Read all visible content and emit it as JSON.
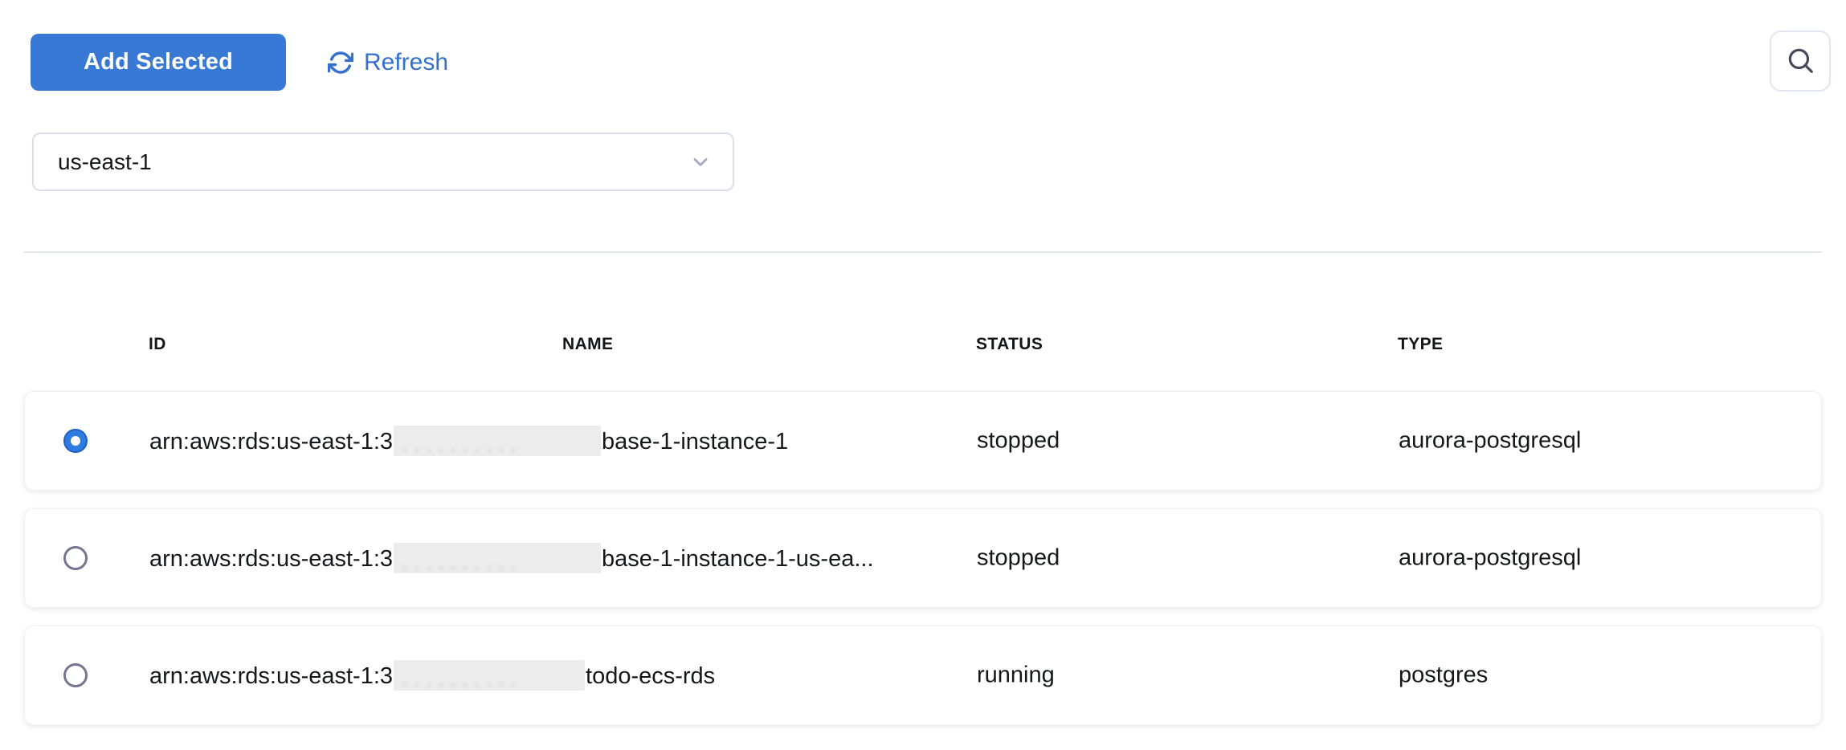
{
  "toolbar": {
    "add_selected_label": "Add Selected",
    "refresh_label": "Refresh"
  },
  "search": {
    "icon": "search-icon"
  },
  "region_select": {
    "value": "us-east-1",
    "icon": "chevron-down-icon"
  },
  "table": {
    "columns": [
      "ID",
      "NAME",
      "STATUS",
      "TYPE"
    ],
    "rows": [
      {
        "selected": true,
        "id_prefix": "arn:aws:rds:us-east-1:3",
        "id_redacted": true,
        "id_suffix": "base-1-instance-1",
        "name": "",
        "status": "stopped",
        "type": "aurora-postgresql"
      },
      {
        "selected": false,
        "id_prefix": "arn:aws:rds:us-east-1:3",
        "id_redacted": true,
        "id_suffix": "base-1-instance-1-us-ea...",
        "name": "",
        "status": "stopped",
        "type": "aurora-postgresql"
      },
      {
        "selected": false,
        "id_prefix": "arn:aws:rds:us-east-1:3",
        "id_redacted": true,
        "id_suffix": "todo-ecs-rds",
        "name": "",
        "status": "running",
        "type": "postgres"
      }
    ]
  },
  "colors": {
    "primary_button_blue": "#3879d6",
    "link_blue": "#3470cf",
    "radio_selected_fill": "#2e7ce0",
    "radio_selected_ring": "#1d5fc2",
    "radio_unselected_ring": "#72778f",
    "redaction_gray": "#ececec",
    "divider_gray": "#e3e6ee",
    "text_dark": "#15171c"
  }
}
